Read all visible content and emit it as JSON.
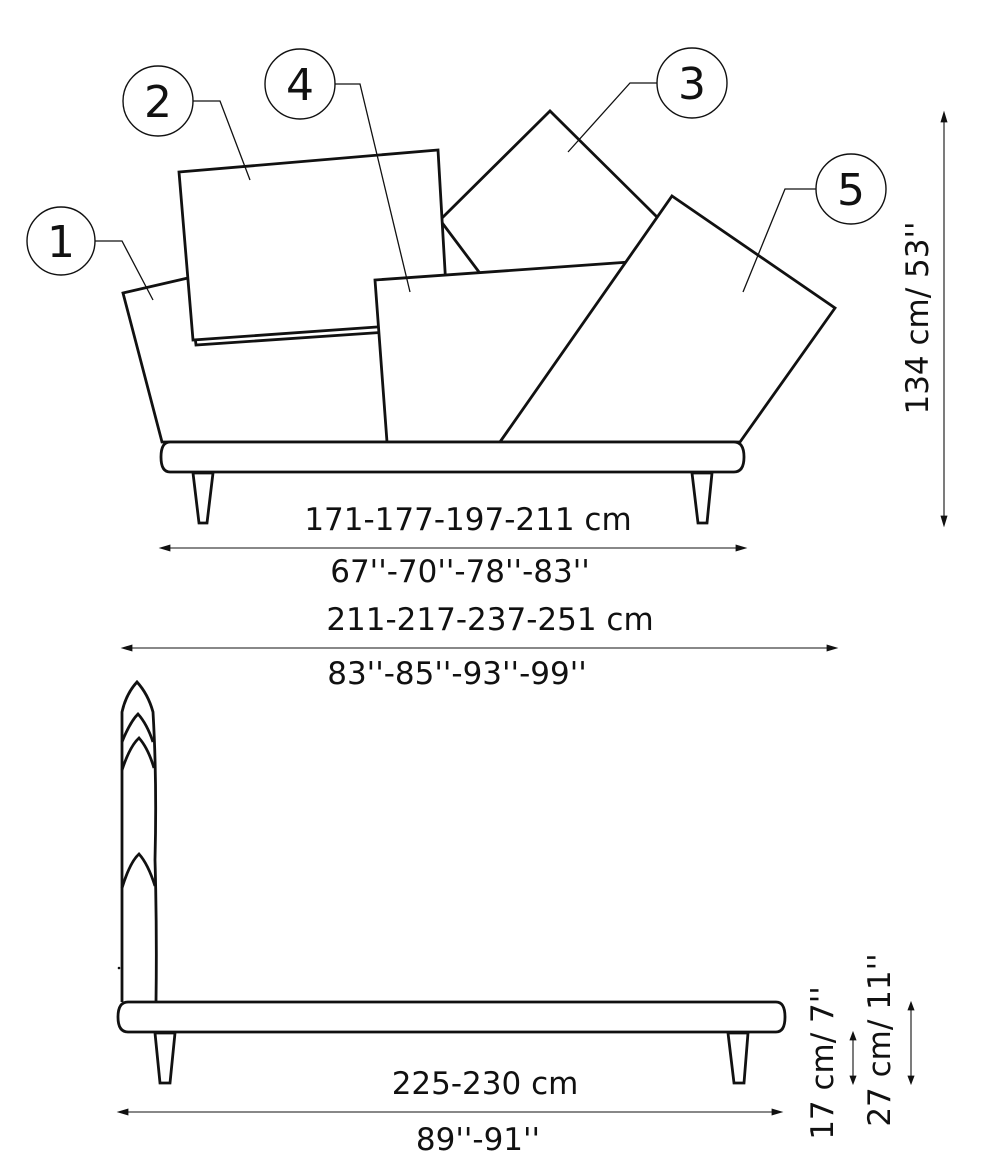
{
  "callouts": [
    {
      "id": "1"
    },
    {
      "id": "2"
    },
    {
      "id": "3"
    },
    {
      "id": "4"
    },
    {
      "id": "5"
    }
  ],
  "front_view": {
    "width_cm": "171-177-197-211 cm",
    "width_in": "67''-70''-78''-83''",
    "overall_cm": "211-217-237-251 cm",
    "overall_in": "83''-85''-93''-99''",
    "height": "134 cm/ 53''"
  },
  "side_view": {
    "length_cm": "225-230 cm",
    "length_in": "89''-91''",
    "frame_height": "17 cm/ 7''",
    "total_height": "27 cm/ 11''"
  },
  "colors": {
    "line": "#111111",
    "background": "#ffffff"
  }
}
